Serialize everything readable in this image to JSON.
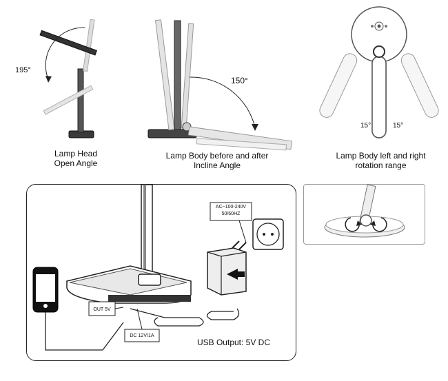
{
  "top": {
    "head_angle": {
      "angle_label": "195°",
      "caption_line1": "Lamp Head",
      "caption_line2": "Open Angle"
    },
    "body_incline": {
      "angle_label": "150°",
      "caption_line1": "Lamp Body before and after",
      "caption_line2": "Incline Angle"
    },
    "body_rotation": {
      "left_angle": "15°",
      "right_angle": "15°",
      "caption_line1": "Lamp Body left and right",
      "caption_line2": "rotation range"
    }
  },
  "bottom": {
    "adapter_label_line1": "AC~100-240V",
    "adapter_label_line2": "50/60HZ",
    "out_label": "OUT 5V",
    "dc_label": "DC 12V/1A",
    "usb_caption": "USB Output: 5V DC"
  }
}
